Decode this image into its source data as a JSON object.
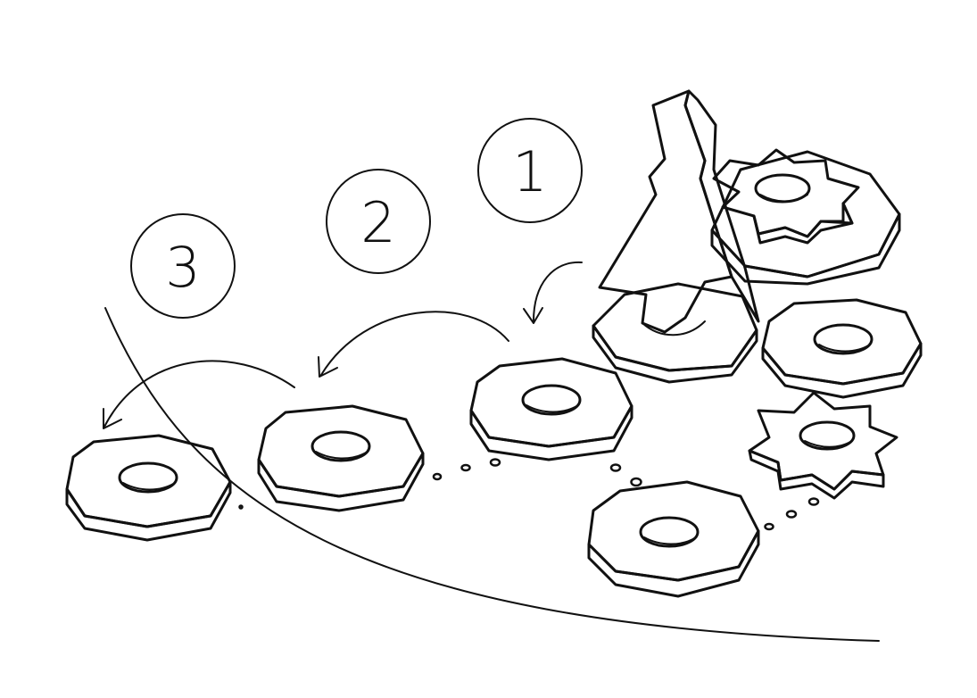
{
  "steps": [
    {
      "label": "1"
    },
    {
      "label": "2"
    },
    {
      "label": "3"
    }
  ],
  "colors": {
    "ink": "#111111",
    "background": "#ffffff"
  }
}
